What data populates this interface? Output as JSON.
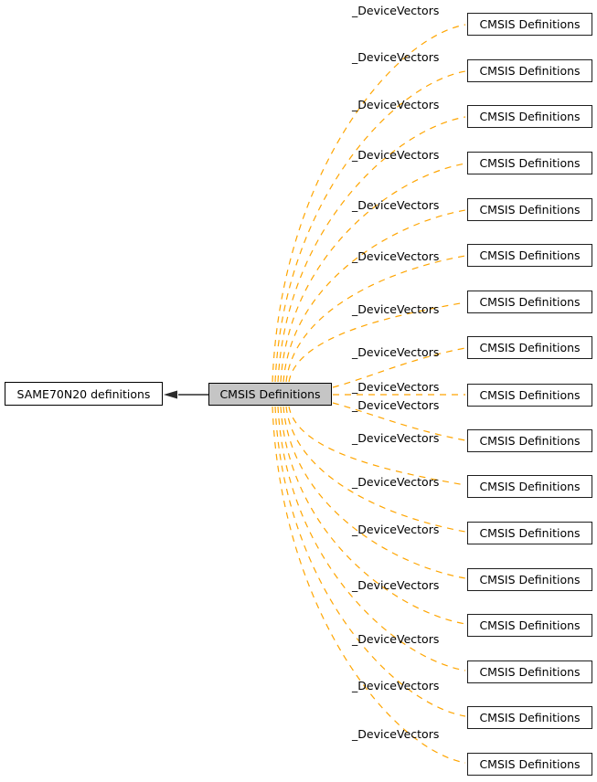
{
  "diagram": {
    "left_node": {
      "label": "SAME70N20 definitions"
    },
    "center_node": {
      "label": "CMSIS Definitions"
    },
    "right_nodes": [
      {
        "label": "CMSIS Definitions"
      },
      {
        "label": "CMSIS Definitions"
      },
      {
        "label": "CMSIS Definitions"
      },
      {
        "label": "CMSIS Definitions"
      },
      {
        "label": "CMSIS Definitions"
      },
      {
        "label": "CMSIS Definitions"
      },
      {
        "label": "CMSIS Definitions"
      },
      {
        "label": "CMSIS Definitions"
      },
      {
        "label": "CMSIS Definitions"
      },
      {
        "label": "CMSIS Definitions"
      },
      {
        "label": "CMSIS Definitions"
      },
      {
        "label": "CMSIS Definitions"
      },
      {
        "label": "CMSIS Definitions"
      },
      {
        "label": "CMSIS Definitions"
      },
      {
        "label": "CMSIS Definitions"
      },
      {
        "label": "CMSIS Definitions"
      },
      {
        "label": "CMSIS Definitions"
      }
    ],
    "edge_labels": [
      "_DeviceVectors",
      "_DeviceVectors",
      "_DeviceVectors",
      "_DeviceVectors",
      "_DeviceVectors",
      "_DeviceVectors",
      "_DeviceVectors",
      "_DeviceVectors",
      "_DeviceVectors",
      "_DeviceVectors",
      "_DeviceVectors",
      "_DeviceVectors",
      "_DeviceVectors",
      "_DeviceVectors",
      "_DeviceVectors",
      "_DeviceVectors",
      "_DeviceVectors"
    ],
    "colors": {
      "usage_edge": "#ffa500",
      "include_edge": "#2b2b2b",
      "center_node_fill": "#c5c5c5",
      "node_fill": "#ffffff",
      "node_border": "#000000"
    }
  }
}
